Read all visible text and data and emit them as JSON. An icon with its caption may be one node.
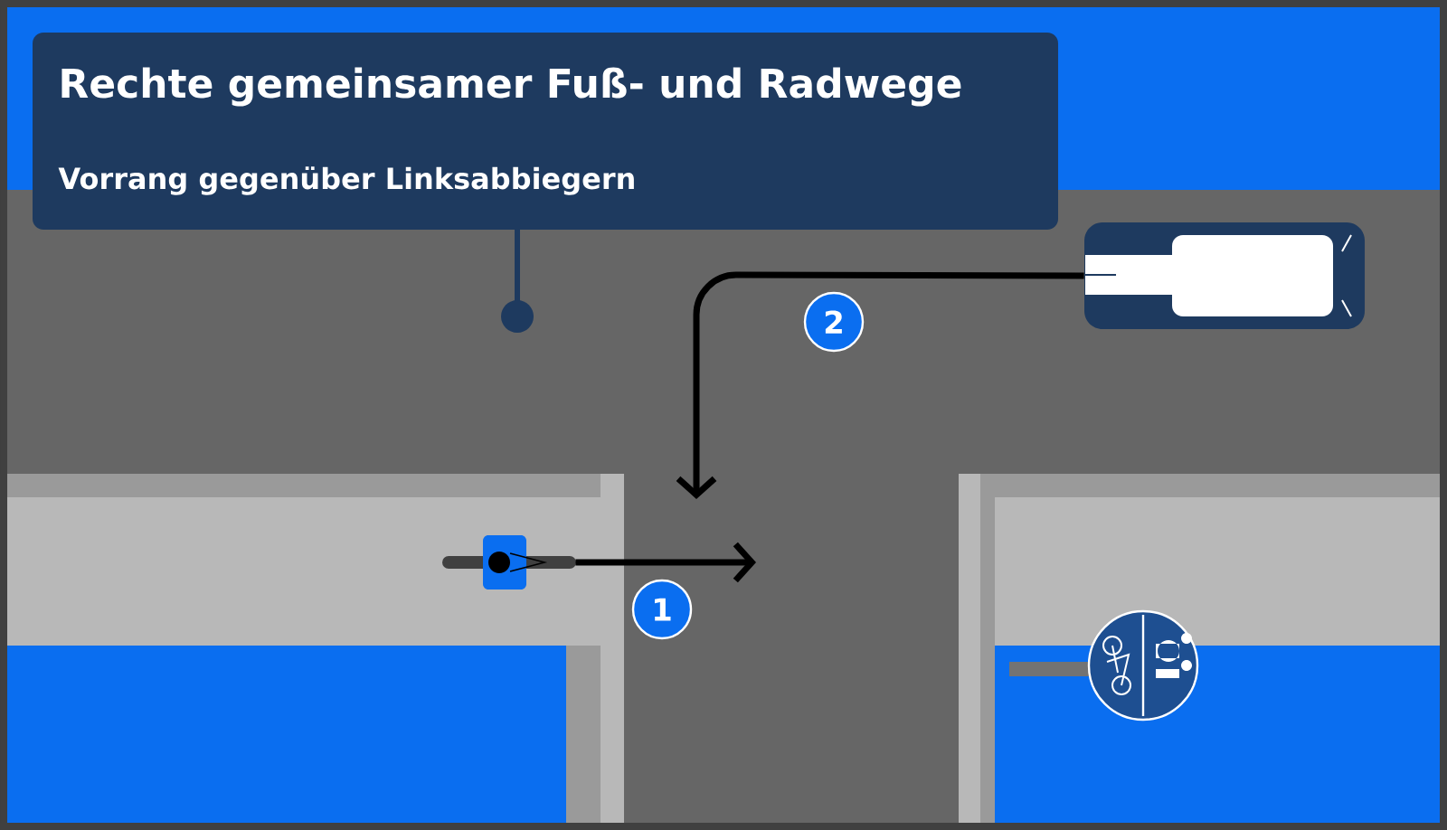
{
  "diagram": {
    "nodes": [
      {
        "text": [
          "Rechte gemeinsamer Fuß- und Radwege",
          "Vorrang gegenüber Linksabbiegern"
        ]
      },
      {
        "text": [],
        "shape": "car"
      },
      {
        "text": [],
        "shape": "cyclist"
      },
      {
        "text": [
          "2"
        ]
      },
      {
        "text": [
          "1"
        ]
      }
    ],
    "edges": [
      {
        "from": 1,
        "to": null,
        "arrow": "to"
      },
      {
        "from": 2,
        "to": null,
        "arrow": "to"
      }
    ]
  }
}
